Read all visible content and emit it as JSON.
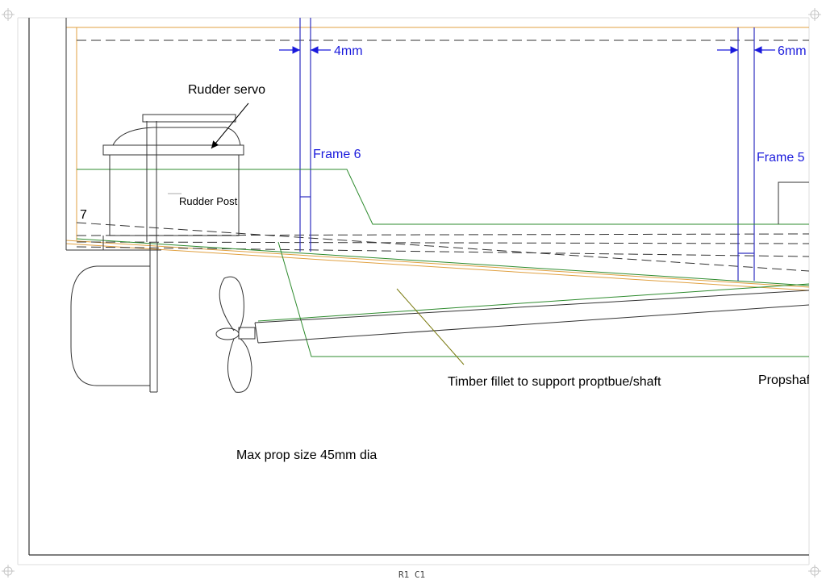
{
  "sheet": {
    "page_label": "R1 C1"
  },
  "labels": {
    "rudder_servo": "Rudder servo",
    "rudder_post": "Rudder Post",
    "frame_6": "Frame 6",
    "frame_5": "Frame 5",
    "dim_4mm": "4mm",
    "dim_6mm": "6mm",
    "station_7": "7",
    "timber_fillet": "Timber fillet to support proptbue/shaft",
    "propshaft": "Propshaft",
    "max_prop": "Max prop size 45mm dia"
  },
  "colors": {
    "deck_line": "#e0a040",
    "frame_blue": "#3030c0",
    "dimension_blue": "#1a1adc",
    "fillet_green": "#2e8b2e",
    "leader_olive": "#7a7a10",
    "outline": "#333333"
  }
}
